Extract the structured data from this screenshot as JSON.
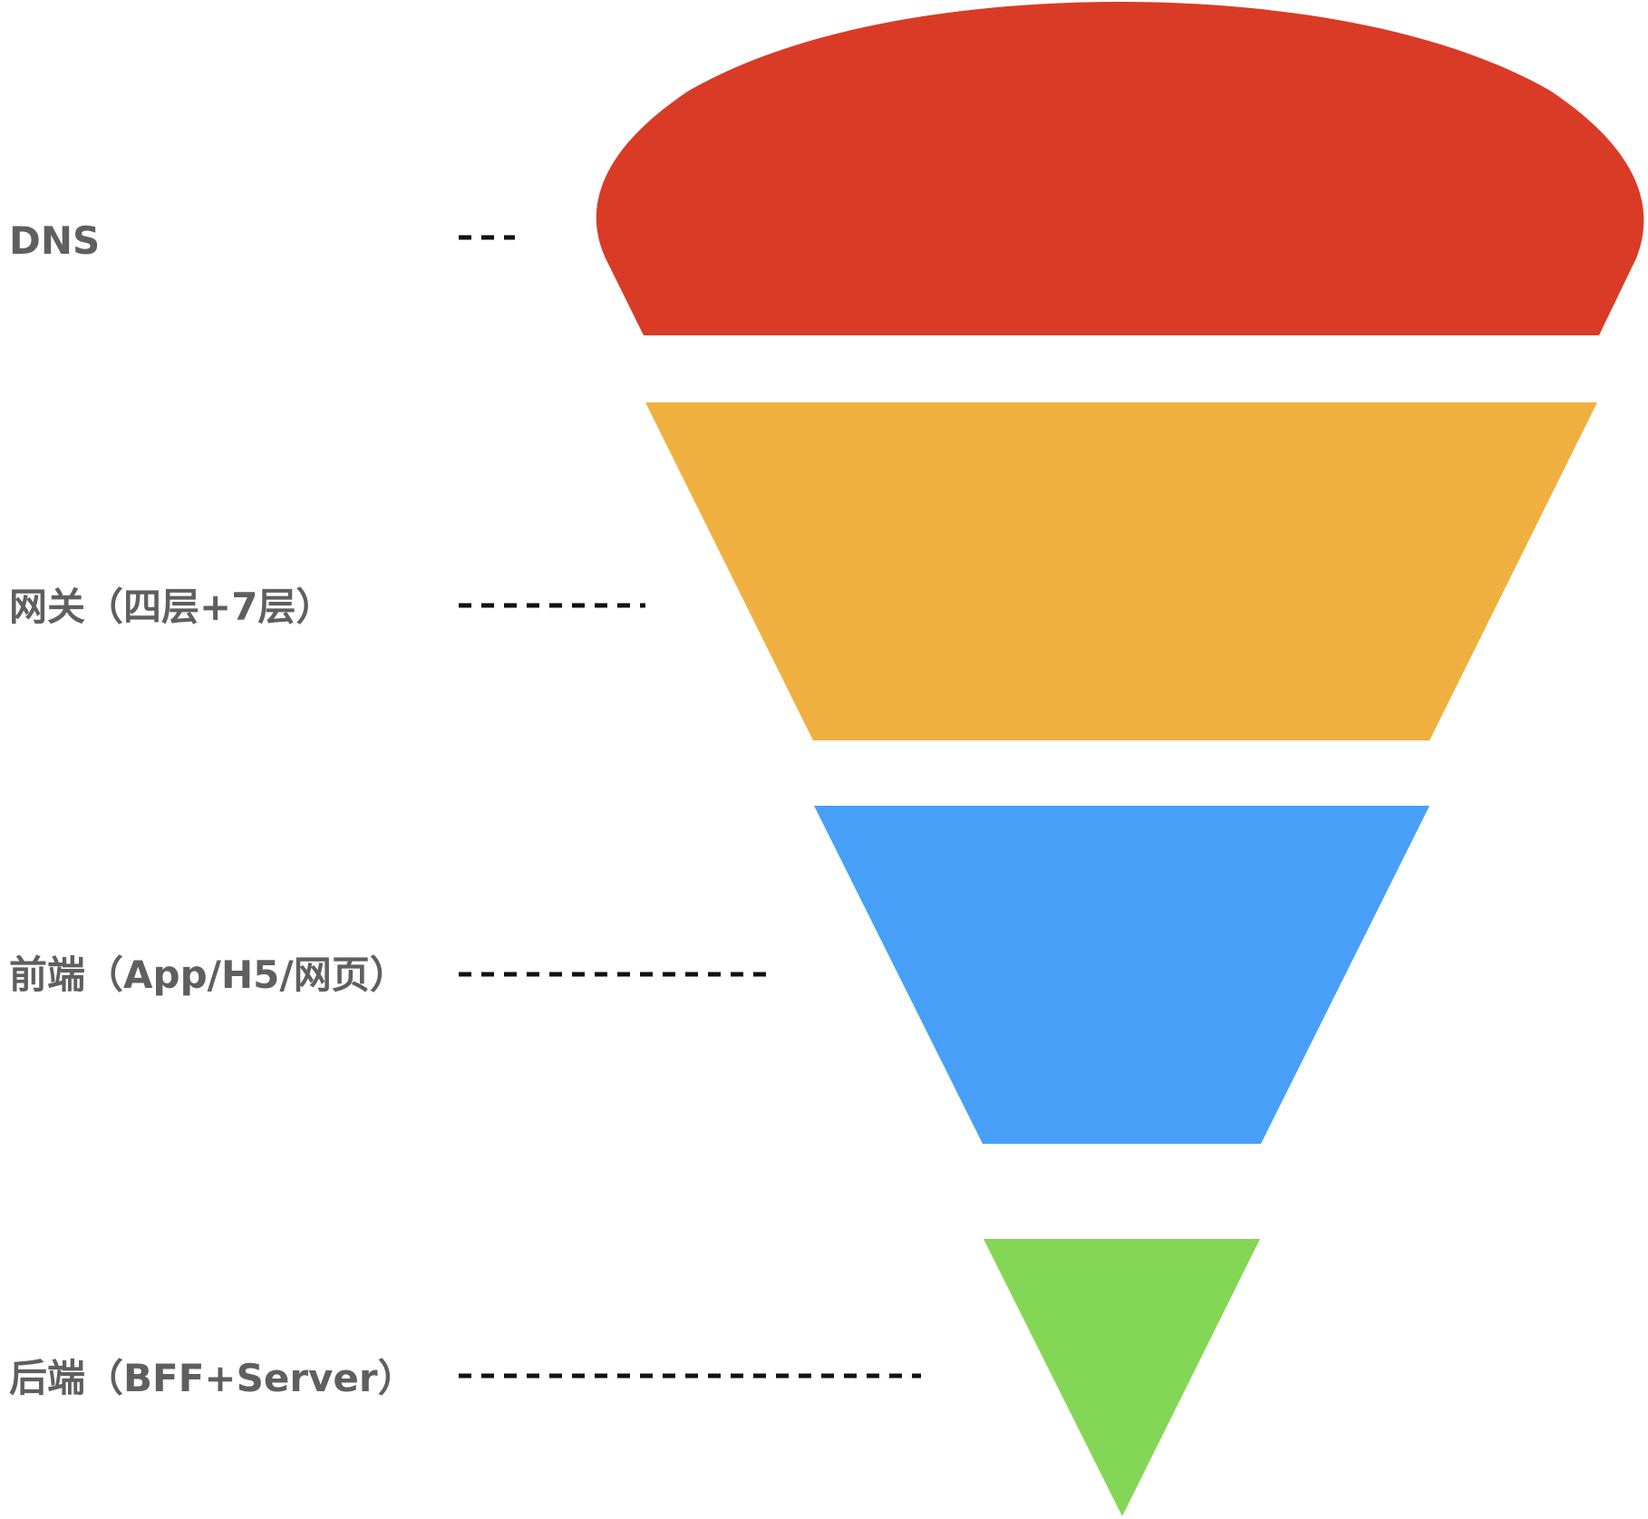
{
  "diagram": {
    "type": "funnel",
    "layers": [
      {
        "label": "DNS",
        "color": "#d93b26",
        "shape": "dome-trapezoid"
      },
      {
        "label": "网关（四层+7层）",
        "color": "#f0b040",
        "shape": "trapezoid"
      },
      {
        "label": "前端（App/H5/网页）",
        "color": "#489ff8",
        "shape": "trapezoid"
      },
      {
        "label": "后端（BFF+Server）",
        "color": "#84d656",
        "shape": "triangle"
      }
    ]
  }
}
